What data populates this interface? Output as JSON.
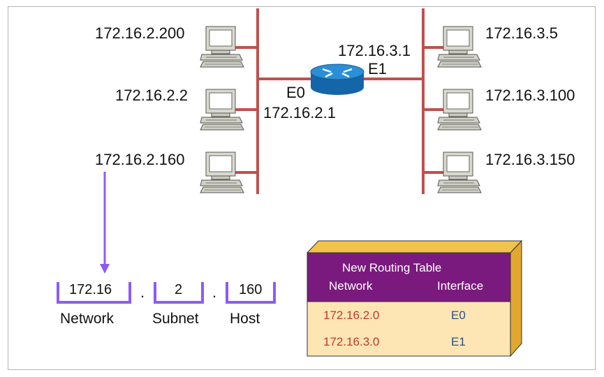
{
  "hosts_left": [
    {
      "ip": "172.16.2.200"
    },
    {
      "ip": "172.16.2.2"
    },
    {
      "ip": "172.16.2.160"
    }
  ],
  "hosts_right": [
    {
      "ip": "172.16.3.5"
    },
    {
      "ip": "172.16.3.100"
    },
    {
      "ip": "172.16.3.150"
    }
  ],
  "router": {
    "e0_label": "E0",
    "e0_ip": "172.16.2.1",
    "e1_label": "E1",
    "e1_ip": "172.16.3.1"
  },
  "address_breakdown": {
    "parts": [
      "172.16",
      "2",
      "160"
    ],
    "separator": ".",
    "captions": [
      "Network",
      "Subnet",
      "Host"
    ]
  },
  "routing_table": {
    "title": "New Routing Table",
    "col_network": "Network",
    "col_interface": "Interface",
    "rows": [
      {
        "network": "172.16.2.0",
        "interface": "E0"
      },
      {
        "network": "172.16.3.0",
        "interface": "E1"
      }
    ]
  },
  "colors": {
    "link": "#c0504d",
    "arrow": "#8b5cf6",
    "bracket": "#8b5cf6",
    "table_header": "#7b1a7e",
    "table_body": "#fde6b4",
    "table_3d_top": "#f2c34a",
    "table_3d_side": "#e0a82e",
    "router": "#1c7fc4"
  }
}
